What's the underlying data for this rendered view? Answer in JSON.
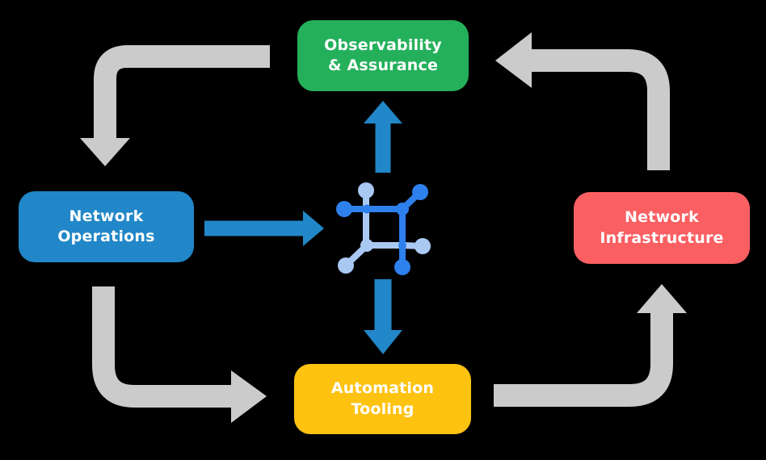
{
  "colors": {
    "background": "#000000",
    "observability_green": "#24b05b",
    "operations_blue": "#2187c8",
    "infrastructure_red": "#fa5f62",
    "tooling_yellow": "#fec211",
    "cycle_arrow_gray": "#cbcbcb",
    "flow_arrow_blue": "#2187c8",
    "icon_dark_blue": "#2e80ec",
    "icon_light_blue": "#a9c9f3",
    "label_text": "#ffffff"
  },
  "nodes": {
    "observability": {
      "label": "Observability & Assurance"
    },
    "operations": {
      "label": "Network Operations"
    },
    "infrastructure": {
      "label": "Network Infrastructure"
    },
    "tooling": {
      "label": "Automation Tooling"
    }
  },
  "icons": {
    "center": "network-mesh-icon"
  },
  "flows": {
    "cycle": [
      "observability-to-operations",
      "operations-to-tooling",
      "tooling-to-infrastructure",
      "infrastructure-to-observability"
    ],
    "center_links": [
      "operations-to-center",
      "center-to-observability",
      "center-to-tooling"
    ]
  }
}
